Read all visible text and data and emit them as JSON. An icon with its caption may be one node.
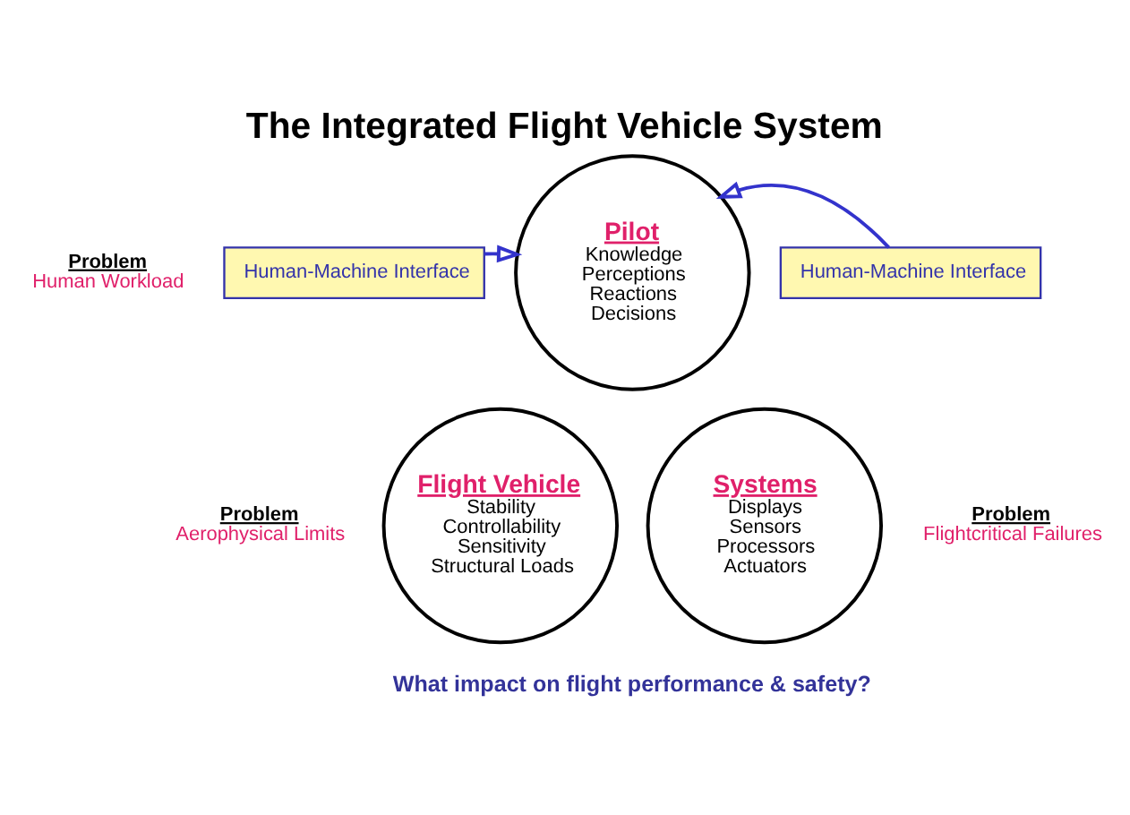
{
  "diagram": {
    "title": "The Integrated Flight Vehicle System",
    "caption": "What impact on flight performance & safety?",
    "nodes": [
      {
        "text": [
          "Pilot",
          "Knowledge",
          "Perceptions",
          "Reactions",
          "Decisions"
        ],
        "beside": [
          "Problem",
          "Human Workload"
        ]
      },
      {
        "text": [
          "Flight Vehicle",
          "Stability",
          "Controllability",
          "Sensitivity",
          "Structural Loads"
        ],
        "beside": [
          "Problem",
          "Aerophysical Limits"
        ]
      },
      {
        "text": [
          "Systems",
          "Displays",
          "Sensors",
          "Processors",
          "Actuators"
        ],
        "beside": [
          "Problem",
          "Flightcritical Failures"
        ]
      },
      {
        "text": [
          "Human-Machine Interface"
        ]
      },
      {
        "text": [
          "Human-Machine Interface"
        ]
      }
    ],
    "edges": [
      {
        "from": 3,
        "to": 0,
        "arrow": "to"
      },
      {
        "from": 4,
        "to": 0,
        "arrow": "to"
      }
    ]
  }
}
